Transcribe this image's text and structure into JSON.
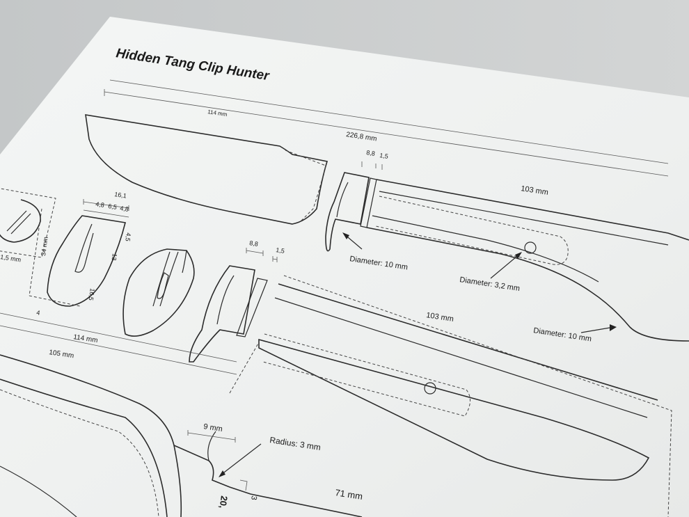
{
  "title": "Hidden Tang Clip Hunter",
  "labels": {
    "overall_length": "226,8 mm",
    "blade_length": "114 mm",
    "guard_thickness": "8,8",
    "spacer_thickness": "1,5",
    "handle_length_top": "103 mm",
    "diameter_guard": "Diameter: 10 mm",
    "diameter_pin": "Diameter: 3,2 mm",
    "diameter_handle_end": "Diameter: 10 mm",
    "guard_width_total": "16,1",
    "guard_width_left": "4,8",
    "guard_width_mid": "6,5",
    "guard_width_right": "4,8",
    "guard_dim_45": "4,5",
    "guard_dim_13": "13",
    "guard_dim_165": "16,5",
    "guard_height": "34 mm",
    "guard_dim_4": "4",
    "plate_dim": "1,5 mm",
    "parts_guard_thickness": "8,8",
    "parts_spacer_thickness": "1,5",
    "handle_length_mid": "103 mm",
    "lower_length_114": "114 mm",
    "lower_length_105": "105 mm",
    "notch_width": "9 mm",
    "radius": "Radius: 3 mm",
    "lower_length_71": "71 mm",
    "lower_dim_3": "3",
    "lower_dim_20": "20,"
  }
}
